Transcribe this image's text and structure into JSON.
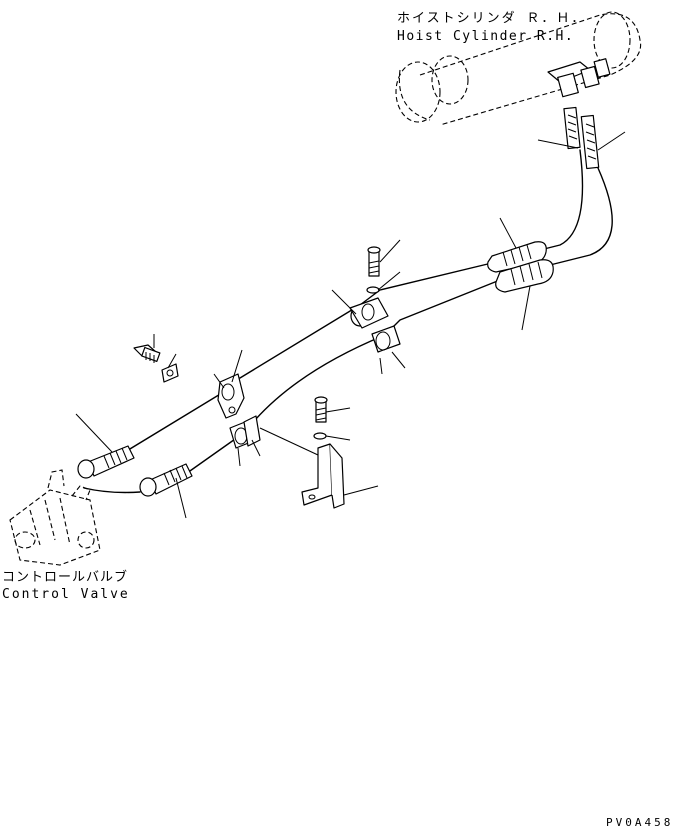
{
  "labels": {
    "hoist_cylinder_jp": "ホイストシリンダ Ｒ．Ｈ．",
    "hoist_cylinder_en": "Hoist Cylinder R.H.",
    "control_valve_jp": "コントロールバルブ",
    "control_valve_en": "Control Valve",
    "drawing_code": "PV0A458"
  }
}
